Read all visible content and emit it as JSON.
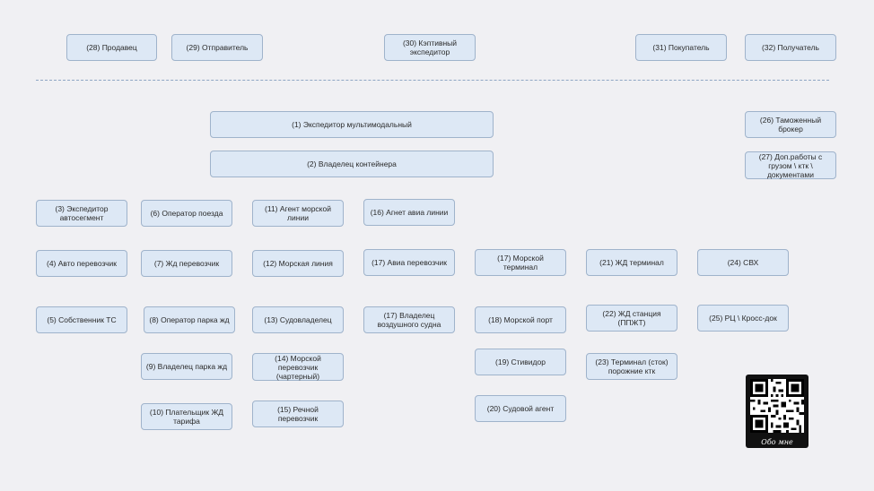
{
  "top_row": {
    "n28": "(28) Продавец",
    "n29": "(29) Отправитель",
    "n30": "(30) Кэптивный экспедитор",
    "n31": "(31) Покупатель",
    "n32": "(32) Получатель"
  },
  "nodes": {
    "n1": "(1) Экспедитор мультимодальный",
    "n2": "(2) Владелец контейнера",
    "n26": "(26) Таможенный брокер",
    "n27": "(27) Доп.работы с грузом \\ ктк \\ документами",
    "n3": "(3) Экспедитор автосегмент",
    "n6": "(6) Оператор поезда",
    "n11": "(11) Агент морской линии",
    "n16": "(16) Агнет авиа линии",
    "n4": "(4) Авто перевозчик",
    "n7": "(7) Жд перевозчик",
    "n12": "(12) Морская линия",
    "n17a": "(17) Авиа перевозчик",
    "n17b": "(17) Морской терминал",
    "n21": "(21) ЖД терминал",
    "n24": "(24) СВХ",
    "n5": "(5) Собственник ТС",
    "n8": "(8) Оператор парка жд",
    "n13": "(13) Судовладелец",
    "n17c": "(17) Владелец воздушного судна",
    "n18": "(18) Морской порт",
    "n22": "(22) ЖД станция (ППЖТ)",
    "n25": "(25) РЦ \\ Кросс-док",
    "n9": "(9) Владелец парка жд",
    "n14": "(14) Морской перевозчик (чартерный)",
    "n19": "(19) Стивидор",
    "n23": "(23) Терминал (сток) порожние ктк",
    "n10": "(10) Плательщик ЖД тарифа",
    "n15": "(15) Речной перевозчик",
    "n20": "(20) Судовой агент"
  },
  "qr": {
    "caption": "Обо мне"
  }
}
